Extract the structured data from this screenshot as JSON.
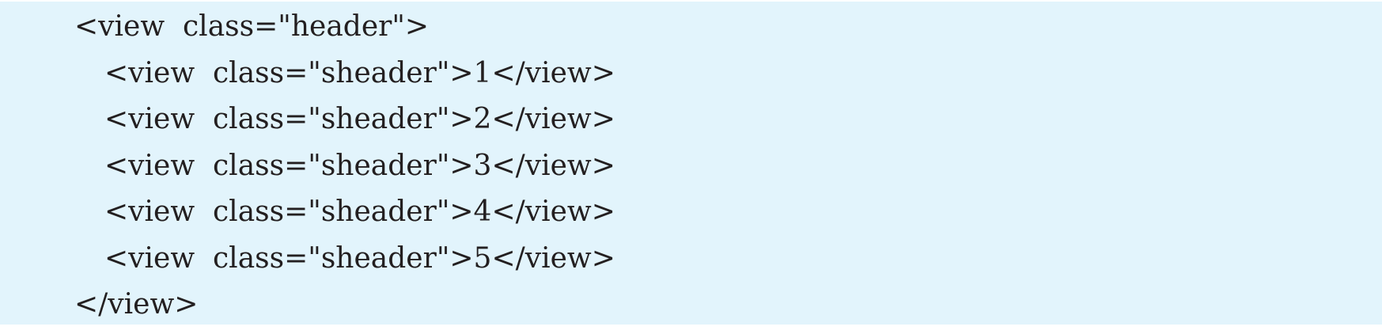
{
  "code": {
    "lines": [
      {
        "text": "<view  class=\"header\">",
        "indent": 0
      },
      {
        "text": "<view  class=\"sheader\">1</view>",
        "indent": 1
      },
      {
        "text": "<view  class=\"sheader\">2</view>",
        "indent": 1
      },
      {
        "text": "<view  class=\"sheader\">3</view>",
        "indent": 1
      },
      {
        "text": "<view  class=\"sheader\">4</view>",
        "indent": 1
      },
      {
        "text": "<view  class=\"sheader\">5</view>",
        "indent": 1
      },
      {
        "text": "</view>",
        "indent": 0
      }
    ]
  },
  "colors": {
    "panel_background": "#e2f4fc",
    "text": "#231f20"
  }
}
